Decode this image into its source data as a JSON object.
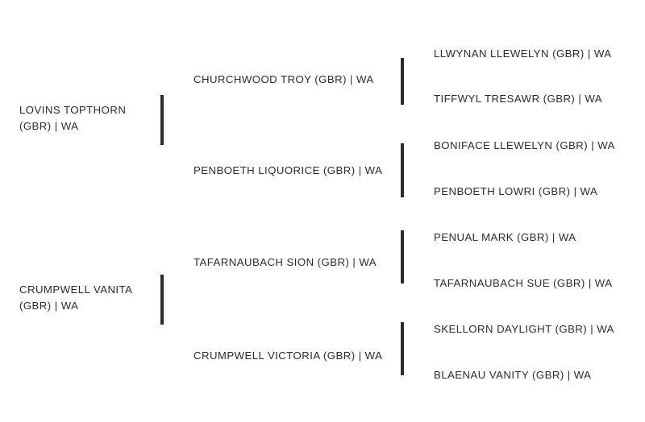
{
  "chart": {
    "type": "pedigree-tree",
    "title": "",
    "orientation": "left-to-right",
    "generations": 3,
    "text_color": "#2c2c2c",
    "connector_color": "#2c2c2c",
    "background": "#ffffff"
  },
  "generation1": [
    {
      "name": "LOVINS TOPTHORN\n(GBR) | WA"
    },
    {
      "name": "CRUMPWELL VANITA\n(GBR) | WA"
    }
  ],
  "generation2": [
    {
      "name": "CHURCHWOOD TROY (GBR) | WA"
    },
    {
      "name": "PENBOETH LIQUORICE (GBR) | WA"
    },
    {
      "name": "TAFARNAUBACH SION (GBR) | WA"
    },
    {
      "name": "CRUMPWELL VICTORIA (GBR) | WA"
    }
  ],
  "generation3": [
    {
      "name": "LLWYNAN LLEWELYN (GBR) | WA"
    },
    {
      "name": "TIFFWYL TRESAWR (GBR) | WA"
    },
    {
      "name": "BONIFACE LLEWELYN (GBR) | WA"
    },
    {
      "name": "PENBOETH LOWRI (GBR) | WA"
    },
    {
      "name": "PENUAL MARK (GBR) | WA"
    },
    {
      "name": "TAFARNAUBACH SUE (GBR) | WA"
    },
    {
      "name": "SKELLORN DAYLIGHT (GBR) | WA"
    },
    {
      "name": "BLAENAU VANITY (GBR) | WA"
    }
  ]
}
